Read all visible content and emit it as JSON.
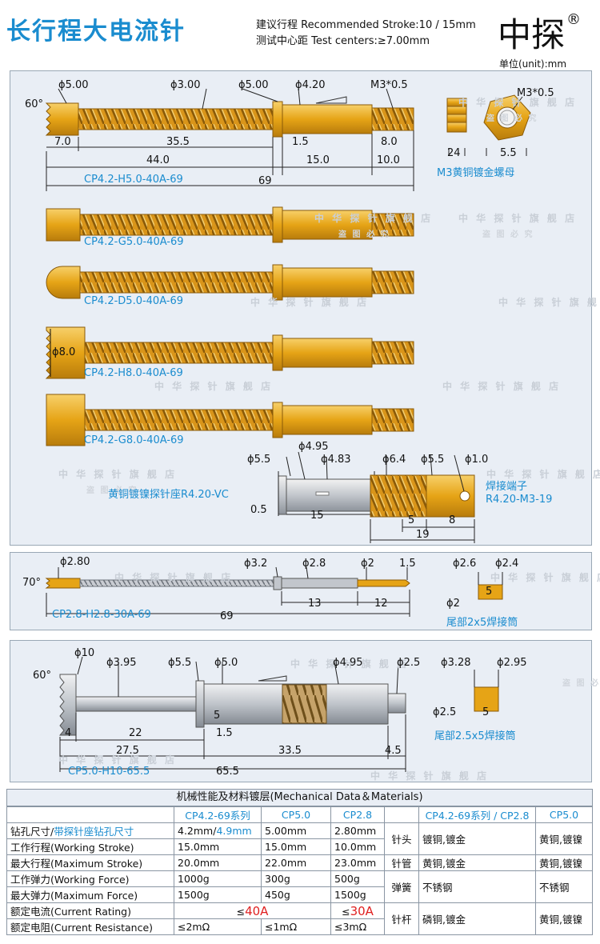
{
  "header": {
    "title": "长行程大电流针",
    "stroke": "建议行程 Recommended Stroke:10 / 15mm",
    "centers": "测试中心距 Test centers:≥7.00mm",
    "brand": "中探",
    "reg": "®",
    "unit": "单位(unit):mm"
  },
  "watermark": {
    "main": "中 华 探 针 旗 舰 店",
    "sub": "盗 图 必 究"
  },
  "panel1": {
    "dims_top": [
      "ϕ5.00",
      "ϕ3.00",
      "ϕ5.00",
      "ϕ4.20",
      "M3*0.5"
    ],
    "angle": "60°",
    "dims_mid": [
      "7.0",
      "35.5",
      "1.5",
      "8.0"
    ],
    "dims_low": [
      "44.0",
      "15.0",
      "10.0"
    ],
    "overall": "69",
    "probes": [
      "CP4.2-H5.0-40A-69",
      "CP4.2-G5.0-40A-69",
      "CP4.2-D5.0-40A-69",
      "CP4.2-H8.0-40A-69",
      "CP4.2-G8.0-40A-69"
    ],
    "h8_dim": "ϕ8.0",
    "nut": {
      "thread": "M3*0.5",
      "w1": "24",
      "w2": "5.5",
      "label": "M3黄铜镀金螺母"
    },
    "socket": {
      "d1": "ϕ5.5",
      "d2": "ϕ4.95",
      "d3": "ϕ4.83",
      "l1": "0.5",
      "l2": "15",
      "label": "黄铜镀镍探针座R4.20-VC"
    },
    "terminal": {
      "d1": "ϕ6.4",
      "d2": "ϕ5.5",
      "d3": "ϕ1.0",
      "l1": "5",
      "l2": "8",
      "l3": "19",
      "label1": "焊接端子",
      "label2": "R4.20-M3-19"
    }
  },
  "panel2": {
    "dims": [
      "ϕ2.80",
      "ϕ3.2",
      "ϕ2.8",
      "ϕ2",
      "1.5"
    ],
    "angle": "70°",
    "lens": [
      "13",
      "12"
    ],
    "overall": "69",
    "name": "CP2.8-H2.8-30A-69",
    "tube": {
      "d1": "ϕ2.6",
      "d2": "ϕ2.4",
      "d3": "ϕ2",
      "len": "5",
      "label": "尾部2x5焊接筒"
    }
  },
  "panel3": {
    "dims": [
      "ϕ10",
      "ϕ3.95",
      "ϕ5.5",
      "ϕ5.0",
      "ϕ4.95",
      "ϕ2.5"
    ],
    "angle": "60°",
    "lens_a": [
      "4",
      "22",
      "5",
      "1.5"
    ],
    "lens_b": [
      "27.5",
      "33.5",
      "4.5"
    ],
    "overall": "65.5",
    "name": "CP5.0-H10-65.5",
    "tube": {
      "d1": "ϕ3.28",
      "d2": "ϕ2.95",
      "d3": "ϕ2.5",
      "len": "5",
      "label": "尾部2.5x5焊接筒"
    }
  },
  "table": {
    "title": "机械性能及材料镀层(Mechanical Data＆Materials)",
    "cols": [
      "CP4.2-69系列",
      "CP5.0",
      "CP2.8"
    ],
    "mat_cols": [
      "CP4.2-69系列 / CP2.8",
      "CP5.0"
    ],
    "rows": [
      {
        "label_a": "钻孔尺寸/",
        "label_b": "带探针座钻孔尺寸",
        "v1a": "4.2mm/",
        "v1b": "4.9mm",
        "v2": "5.00mm",
        "v3": "2.80mm"
      },
      {
        "label": "工作行程(Working Stroke)",
        "v1": "15.0mm",
        "v2": "15.0mm",
        "v3": "10.0mm"
      },
      {
        "label": "最大行程(Maximum Stroke)",
        "v1": "20.0mm",
        "v2": "22.0mm",
        "v3": "23.0mm"
      },
      {
        "label": "工作弹力(Working Force)",
        "v1": "1000g",
        "v2": "300g",
        "v3": "500g"
      },
      {
        "label": "最大弹力(Maximum Force)",
        "v1": "1500g",
        "v2": "450g",
        "v3": "1500g"
      },
      {
        "label": "额定电流(Current Rating)",
        "v1p": "≤",
        "v1": "40A",
        "v3p": "≤",
        "v3": "30A"
      },
      {
        "label": "额定电阻(Current Resistance)",
        "v1": "≤2mΩ",
        "v2": "≤1mΩ",
        "v3": "≤3mΩ"
      }
    ],
    "materials": [
      {
        "part": "针头",
        "m1": "镀铜,镀金",
        "m2": "黄铜,镀镍"
      },
      {
        "part": "针管",
        "m1": "黄铜,镀金",
        "m2": "黄铜,镀镍"
      },
      {
        "part": "弹簧",
        "m1": "不锈钢",
        "m2": "不锈钢"
      },
      {
        "part": "针杆",
        "m1": "磷铜,镀金",
        "m2": "黄铜,镀镍"
      }
    ]
  },
  "colors": {
    "accent": "#1a8ccf",
    "gold": "#e6a416",
    "panel": "#e9eef5",
    "red": "#e02020"
  }
}
